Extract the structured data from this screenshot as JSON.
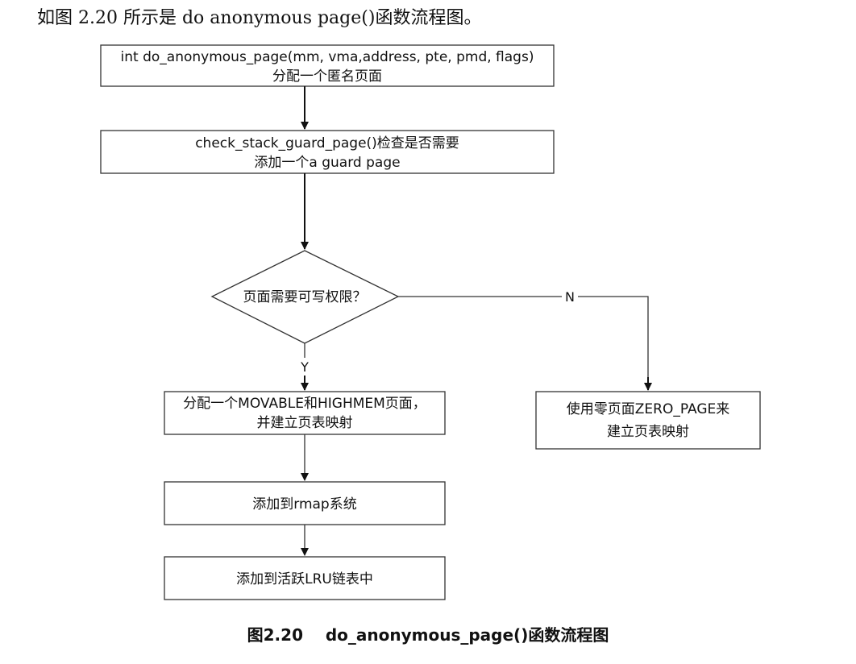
{
  "intro_text": "如图 2.20 所示是 do anonymous page()函数流程图。",
  "nodes": {
    "start": [
      "int do_anonymous_page(mm, vma,address, pte, pmd, flags)",
      "分配一个匿名页面"
    ],
    "check_guard": [
      "check_stack_guard_page()检查是否需要",
      "添加一个a guard page"
    ],
    "decision": [
      "页面需要可写权限？"
    ],
    "alloc_movable": [
      "分配一个MOVABLE和HIGHMEM页面，",
      "并建立页表映射"
    ],
    "zero_page": [
      "使用零页面ZERO_PAGE来",
      "建立页表映射"
    ],
    "add_rmap": [
      "添加到rmap系统"
    ],
    "add_lru": [
      "添加到活跃LRU链表中"
    ]
  },
  "edges": {
    "yes_label": "Y",
    "no_label": "N"
  },
  "caption": "图2.20    do_anonymous_page()函数流程图"
}
